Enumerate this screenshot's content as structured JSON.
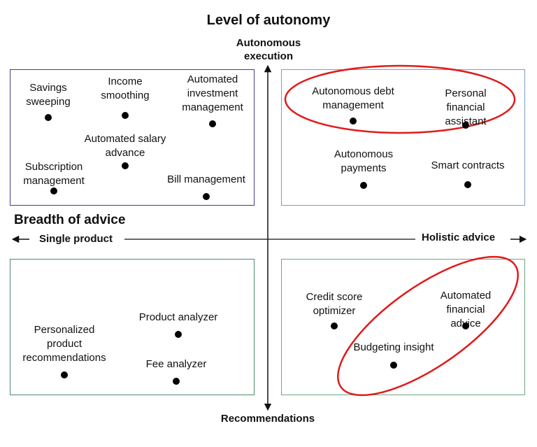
{
  "title": "Level of autonomy",
  "axes": {
    "top": "Autonomous\nexecution",
    "bottom": "Recommendations",
    "horizontal_title": "Breadth of advice",
    "left": "Single product",
    "right": "Holistic advice"
  },
  "quadrants": {
    "top_left": {
      "items": [
        {
          "label": "Savings\nsweeping"
        },
        {
          "label": "Income\nsmoothing"
        },
        {
          "label": "Automated\ninvestment\nmanagement"
        },
        {
          "label": "Automated salary\nadvance"
        },
        {
          "label": "Subscription\nmanagement"
        },
        {
          "label": "Bill management"
        }
      ]
    },
    "top_right": {
      "items": [
        {
          "label": "Autonomous debt\nmanagement"
        },
        {
          "label": "Personal financial\nassistant"
        },
        {
          "label": "Autonomous\npayments"
        },
        {
          "label": "Smart contracts"
        }
      ]
    },
    "bottom_left": {
      "items": [
        {
          "label": "Product analyzer"
        },
        {
          "label": "Personalized\nproduct\nrecommendations"
        },
        {
          "label": "Fee analyzer"
        }
      ]
    },
    "bottom_right": {
      "items": [
        {
          "label": "Credit score\noptimizer"
        },
        {
          "label": "Automated financial\nadvice"
        },
        {
          "label": "Budgeting insight"
        }
      ]
    }
  },
  "colors": {
    "highlight": "#e01b1b",
    "axis": "#111111"
  }
}
